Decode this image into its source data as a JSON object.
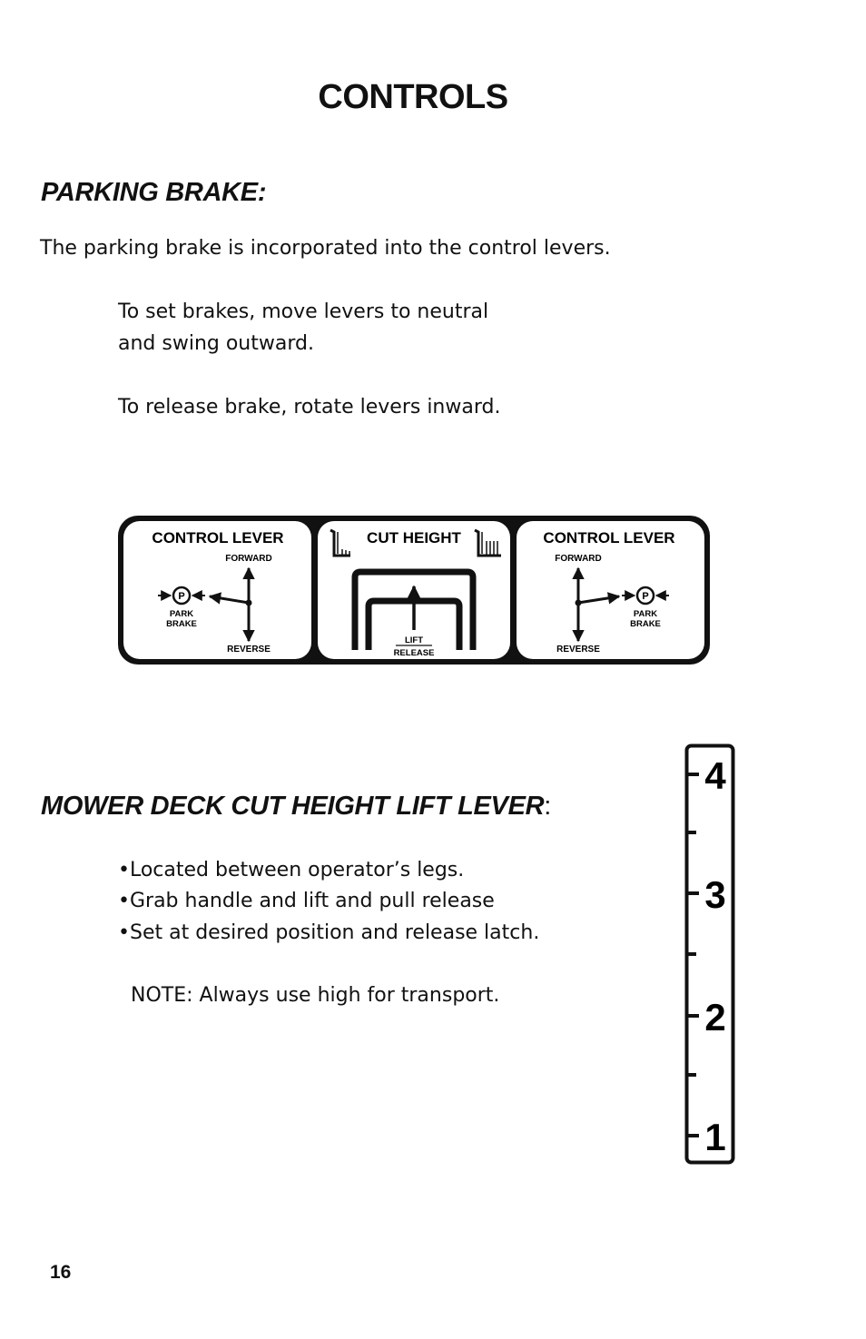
{
  "page": {
    "title": "CONTROLS",
    "page_number": "16"
  },
  "parking_brake": {
    "heading": "PARKING BRAKE:",
    "intro": "The parking brake is incorporated into the control levers.",
    "set_line1": "To set brakes, move levers to neutral",
    "set_line2": "and swing outward.",
    "release": "To release brake, rotate levers inward."
  },
  "decal": {
    "left_title": "CONTROL LEVER",
    "center_title": "CUT HEIGHT",
    "right_title": "CONTROL LEVER",
    "forward": "FORWARD",
    "reverse": "REVERSE",
    "park_symbol": "P",
    "park_line1": "PARK",
    "park_line2": "BRAKE",
    "lift": "LIFT",
    "release": "RELEASE"
  },
  "mower_deck": {
    "heading": "MOWER DECK CUT HEIGHT LIFT LEVER",
    "heading_colon": ":",
    "bullets": [
      "•Located between operator’s legs.",
      "•Grab handle and lift and pull release",
      "•Set at desired position and release latch."
    ],
    "note": "NOTE:  Always use high for transport."
  },
  "height_gauge": {
    "labels": [
      "4",
      "3",
      "2",
      "1"
    ]
  }
}
